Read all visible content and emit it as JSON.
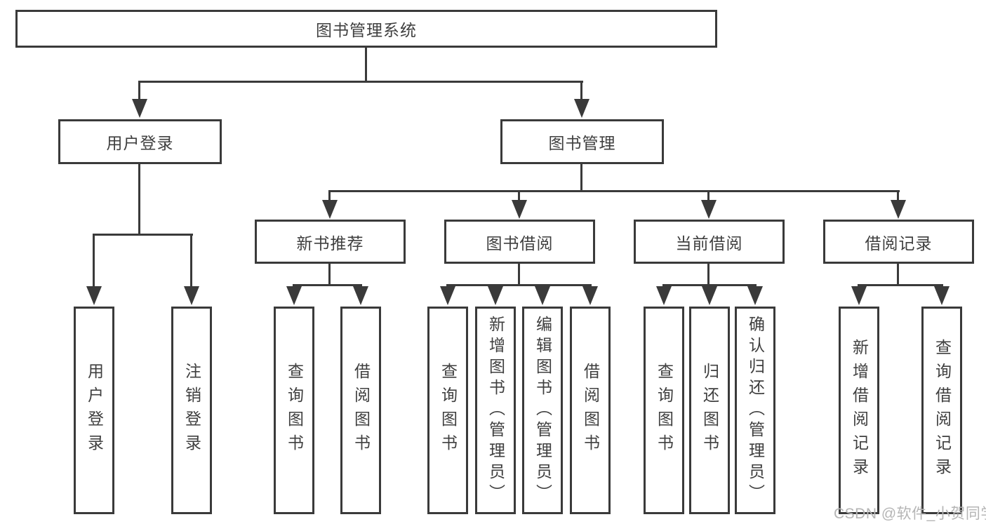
{
  "nodes": {
    "root": "图书管理系统",
    "user_login": "用户登录",
    "book_mgmt": "图书管理",
    "new_book_rec": "新书推荐",
    "book_borrow": "图书借阅",
    "current_borrow": "当前借阅",
    "borrow_record": "借阅记录",
    "leaf_user_login": "用户登录",
    "leaf_logout": "注销登录",
    "rec_query_book": "查询图书",
    "rec_borrow_book": "借阅图书",
    "bb_query_book": "查询图书",
    "bb_add_book": "新增图书（管理员）",
    "bb_edit_book": "编辑图书（管理员）",
    "bb_borrow_book": "借阅图书",
    "cb_query_book": "查询图书",
    "cb_return_book": "归还图书",
    "cb_confirm_return": "确认归还（管理员）",
    "br_add_record": "新增借阅记录",
    "br_query_record": "查询借阅记录"
  },
  "watermark": {
    "text": "CSDN @软件_小贺同学"
  },
  "colors": {
    "line": "#3a3a3a",
    "text": "#3f3f3f",
    "watermark": "#b5b5b5",
    "background": "#ffffff"
  }
}
